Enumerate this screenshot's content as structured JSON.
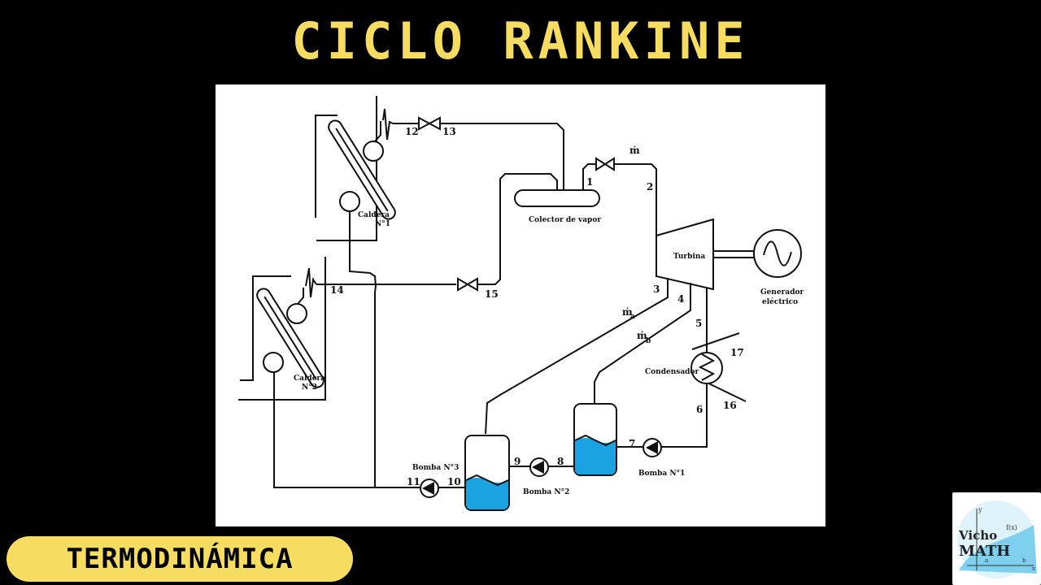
{
  "header": {
    "title": "CICLO RANKINE"
  },
  "footer": {
    "subject": "TERMODINÁMICA"
  },
  "logo": {
    "line1": "Vicho",
    "line2": "MATH",
    "formula": "f(x)",
    "y_axis": "y",
    "x_axis": "x",
    "a": "a",
    "b": "b"
  },
  "colors": {
    "accent": "#f7dc62",
    "background": "#000000",
    "water": "#1aa3e0"
  },
  "diagram": {
    "labels": {
      "caldera1_a": "Caldera",
      "caldera1_b": "N°1",
      "caldera2_a": "Caldera",
      "caldera2_b": "N°2",
      "colector": "Colector de vapor",
      "turbina": "Turbina",
      "generador_a": "Generador",
      "generador_b": "eléctrico",
      "condensador": "Condensador",
      "bomba1": "Bomba N°1",
      "bomba2": "Bomba N°2",
      "bomba3": "Bomba N°3"
    },
    "flows": {
      "m": "ṁ",
      "ma": "ṁ",
      "ma_sub": "a",
      "mb": "ṁ",
      "mb_sub": "b"
    },
    "points": {
      "p1": "1",
      "p2": "2",
      "p3": "3",
      "p4": "4",
      "p5": "5",
      "p6": "6",
      "p7": "7",
      "p8": "8",
      "p9": "9",
      "p10": "10",
      "p11": "11",
      "p12": "12",
      "p13": "13",
      "p14": "14",
      "p15": "15",
      "p16": "16",
      "p17": "17"
    }
  }
}
